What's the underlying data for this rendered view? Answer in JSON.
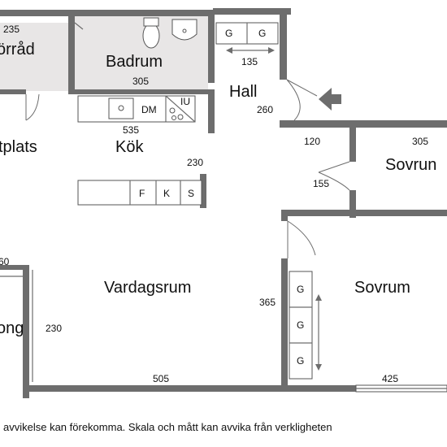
{
  "rooms": {
    "forrad": "örråd",
    "badrum": "Badrum",
    "hall": "Hall",
    "matplats": "tplats",
    "kok": "Kök",
    "sovrum_top": "Sovrun",
    "vardagsrum": "Vardagsrum",
    "sovrum_bottom": "Sovrum",
    "balkong": "ong"
  },
  "dimensions": {
    "d235": "235",
    "d305_bad": "305",
    "d135": "135",
    "d260": "260",
    "d535": "535",
    "d230_kok": "230",
    "d120": "120",
    "d305_sov": "305",
    "d155": "155",
    "d60": "60",
    "d365": "365",
    "d230_balk": "230",
    "d505": "505",
    "d425": "425"
  },
  "appliances": {
    "dm": "DM",
    "iu": "IU",
    "f": "F",
    "k": "K",
    "s": "S",
    "g": "G"
  },
  "footer": {
    "disclaimer": "avvikelse kan förekomma. Skala och mått kan avvika från verkligheten"
  },
  "colors": {
    "wall": "#6d6d6d",
    "room_fill": "#e8e6e6"
  }
}
